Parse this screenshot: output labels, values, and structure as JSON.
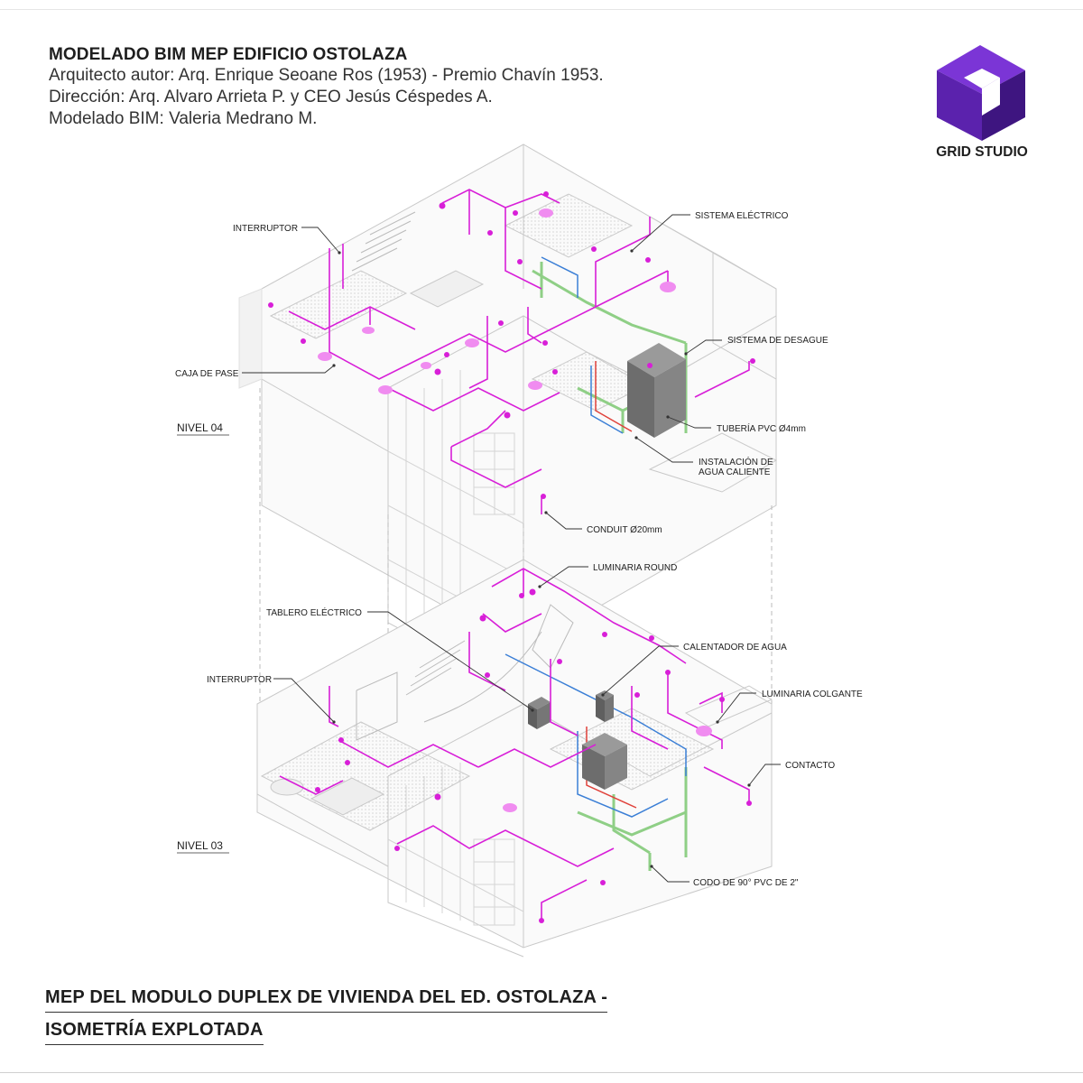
{
  "header": {
    "title": "MODELADO BIM MEP EDIFICIO OSTOLAZA",
    "line1": "Arquitecto autor: Arq. Enrique Seoane Ros (1953) - Premio Chavín 1953.",
    "line2": "Dirección: Arq. Alvaro Arrieta P. y CEO Jesús Céspedes A.",
    "line3": "Modelado BIM: Valeria Medrano M."
  },
  "logo": {
    "text": "GRID STUDIO",
    "color_dark": "#4a1d8f",
    "color_light": "#7b35d6"
  },
  "levels": {
    "upper": "NIVEL 04",
    "lower": "NIVEL 03"
  },
  "labels": {
    "interruptor_upper": "INTERRUPTOR",
    "caja_de_pase": "CAJA DE PASE",
    "sistema_electrico": "SISTEMA ELÉCTRICO",
    "sistema_desague": "SISTEMA DE DESAGUE",
    "tuberia_pvc": "TUBERÍA PVC Ø4mm",
    "agua_caliente_1": "INSTALACIÓN DE",
    "agua_caliente_2": "AGUA CALIENTE",
    "conduit": "CONDUIT Ø20mm",
    "luminaria_round": "LUMINARIA ROUND",
    "tablero": "TABLERO ELÉCTRICO",
    "calentador": "CALENTADOR DE AGUA",
    "interruptor_lower": "INTERRUPTOR",
    "luminaria_colgante": "LUMINARIA COLGANTE",
    "contacto": "CONTACTO",
    "codo": "CODO DE 90° PVC DE 2\""
  },
  "colors": {
    "electric": "#d81fd8",
    "drainage": "#8fcf86",
    "water_cold": "#3b7fd6",
    "water_hot": "#e0413a",
    "structure": "#c9c9c9"
  },
  "footer": {
    "line1": "MEP DEL MODULO DUPLEX DE VIVIENDA DEL ED. OSTOLAZA -",
    "line2": "ISOMETRÍA EXPLOTADA"
  }
}
